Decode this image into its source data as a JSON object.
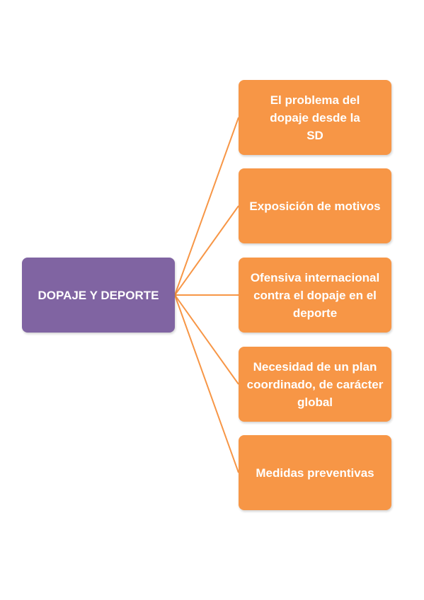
{
  "colors": {
    "root_fill": "#8064a2",
    "child_fill": "#f79646",
    "connector": "#f79646"
  },
  "root": {
    "label": "DOPAJE Y DEPORTE"
  },
  "children": [
    {
      "label": "El problema del dopaje desde la SD"
    },
    {
      "label": "Exposición de motivos"
    },
    {
      "label": "Ofensiva internacional contra el dopaje en el deporte"
    },
    {
      "label": "Necesidad de un plan coordinado, de carácter global"
    },
    {
      "label": "Medidas preventivas"
    }
  ]
}
